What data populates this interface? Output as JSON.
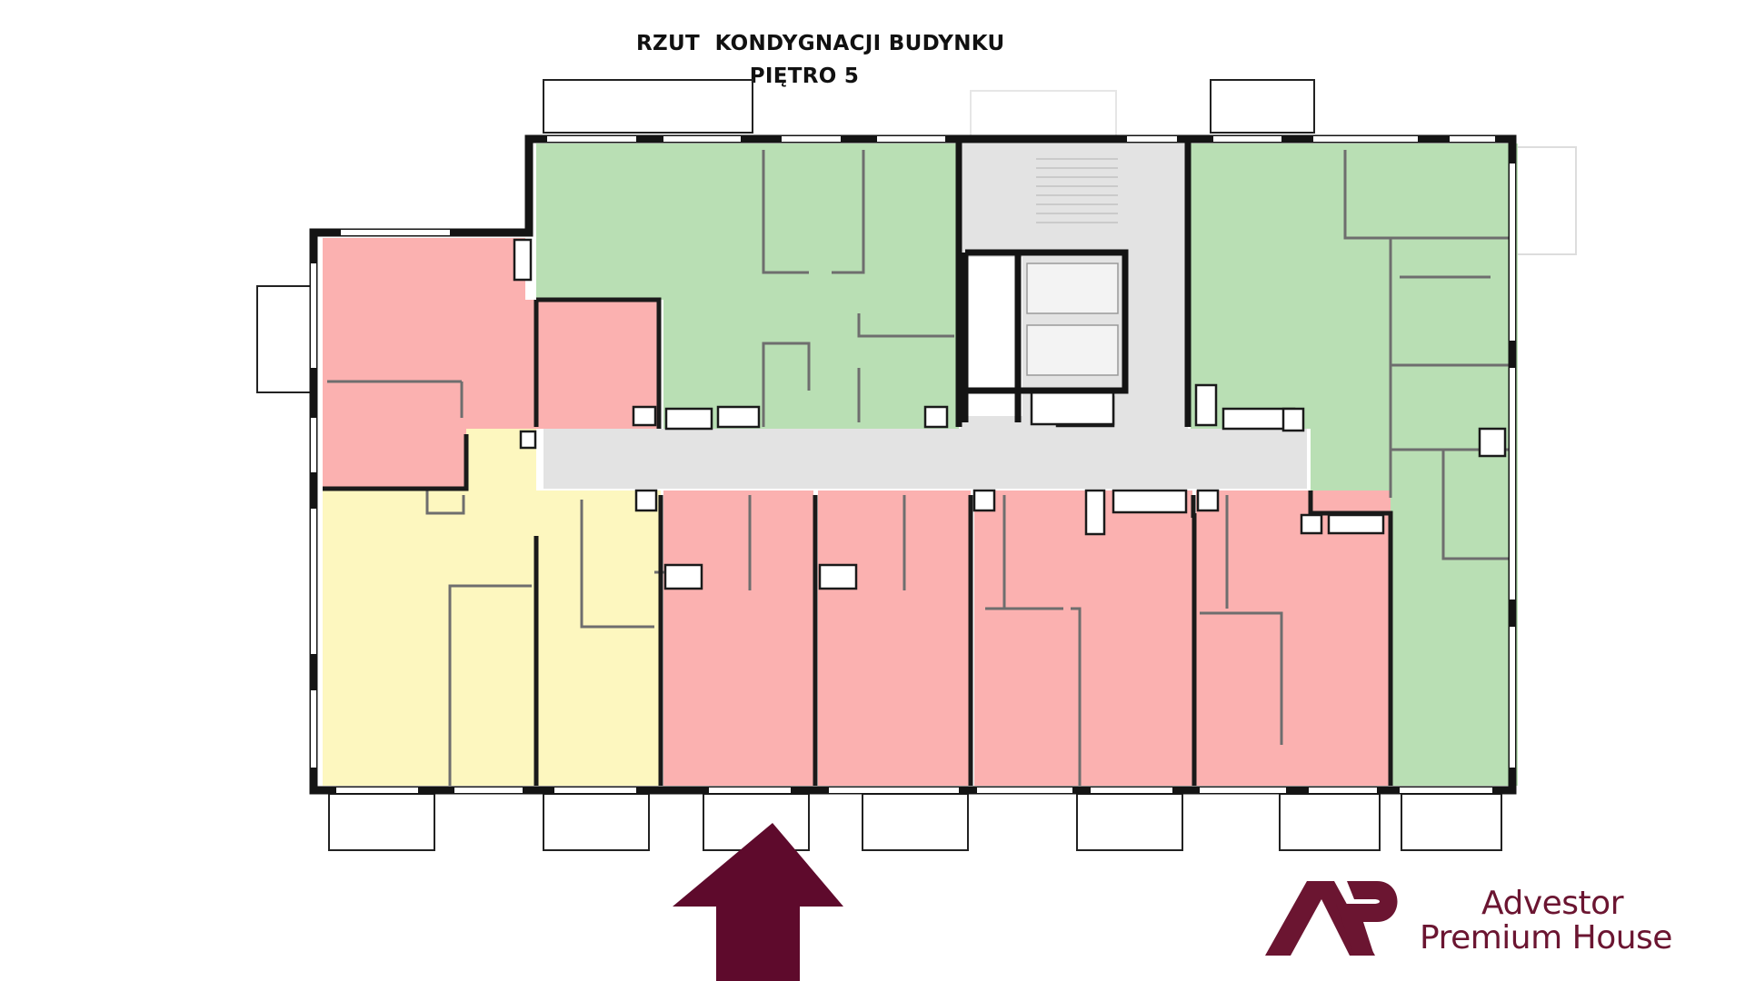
{
  "title": {
    "line1": "RZUT  KONDYGNACJI BUDYNKU",
    "line2": "PIĘTRO 5"
  },
  "legend_colors": {
    "available_green": "#b9dfb4",
    "sold_red": "#fbb1b0",
    "reserved_yellow": "#fdf7bf",
    "common_gray": "#e3e3e3",
    "wall": "#141414",
    "brand": "#6b1531"
  },
  "brand": {
    "logo_icon": "ap-monogram-icon",
    "name_line1": "Advestor",
    "name_line2": "Premium House"
  },
  "entrance_arrow_icon": "arrow-up-icon"
}
